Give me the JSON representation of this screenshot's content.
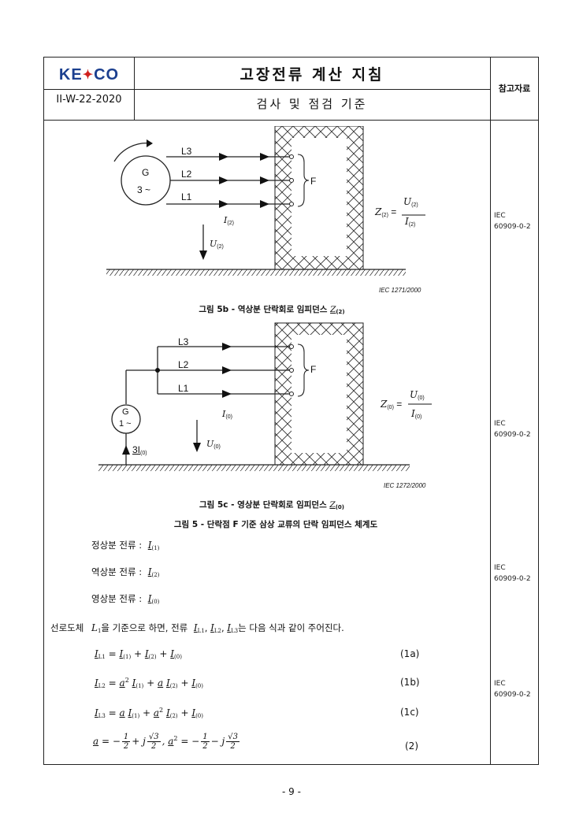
{
  "header": {
    "logo_text": "KE CO",
    "doc_number": "II-W-22-2020",
    "title": "고장전류 계산 지침",
    "subtitle": "검사 및 점검 기준",
    "reference_col": "참고자료"
  },
  "margin_notes": [
    {
      "line1": "IEC",
      "line2": "60909-0-2"
    },
    {
      "line1": "IEC",
      "line2": "60909-0-2"
    },
    {
      "line1": "IEC",
      "line2": "60909-0-2"
    },
    {
      "line1": "IEC",
      "line2": "60909-0-2"
    }
  ],
  "figure_5b": {
    "generator": {
      "name": "G",
      "phase": "3 ~"
    },
    "lines": [
      "L3",
      "L2",
      "L1"
    ],
    "fault_label": "F",
    "current_label": "I",
    "current_sub": "(2)",
    "voltage_label": "U",
    "voltage_sub": "(2)",
    "formula": {
      "lhs": "Z",
      "lhs_sub": "(2)",
      "num": "U",
      "num_sub": "(2)",
      "den": "I",
      "den_sub": "(2)"
    },
    "source": "IEC  1271/2000",
    "caption": "그림 5b - 역상분 단락회로 임피던스",
    "caption_symbol": "Z",
    "caption_sub": "(2)"
  },
  "figure_5c": {
    "generator": {
      "name": "G",
      "phase": "1 ~"
    },
    "lines": [
      "L3",
      "L2",
      "L1"
    ],
    "fault_label": "F",
    "current_label": "I",
    "current_sub": "(0)",
    "neutral_label": "3I",
    "neutral_sub": "(0)",
    "voltage_label": "U",
    "voltage_sub": "(0)",
    "formula": {
      "lhs": "Z",
      "lhs_sub": "(0)",
      "num": "U",
      "num_sub": "(0)",
      "den": "I",
      "den_sub": "(0)"
    },
    "source": "IEC  1272/2000",
    "caption": "그림 5c - 영상분 단락회로 임피던스",
    "caption_symbol": "Z",
    "caption_sub": "(0)"
  },
  "figure_5_caption": "그림 5 - 단락점 F 기준 삼상 교류의 단락 임피던스 체계도",
  "components": [
    {
      "label": "정상분 전류 :",
      "symbol": "I",
      "sub": "(1)"
    },
    {
      "label": "역상분 전류 :",
      "symbol": "I",
      "sub": "(2)"
    },
    {
      "label": "영상분 전류 :",
      "symbol": "I",
      "sub": "(0)"
    }
  ],
  "paragraph": {
    "prefix": "선로도체",
    "ref_symbol": "L",
    "ref_sub": "1",
    "mid": "을 기준으로 하면, 전류",
    "currents": [
      "L1",
      "L2",
      "L3"
    ],
    "suffix": "는 다음 식과 같이 주어진다."
  },
  "equations": [
    {
      "number": "(1a)"
    },
    {
      "number": "(1b)"
    },
    {
      "number": "(1c)"
    },
    {
      "number": "(2)"
    }
  ],
  "page_number": "- 9 -"
}
